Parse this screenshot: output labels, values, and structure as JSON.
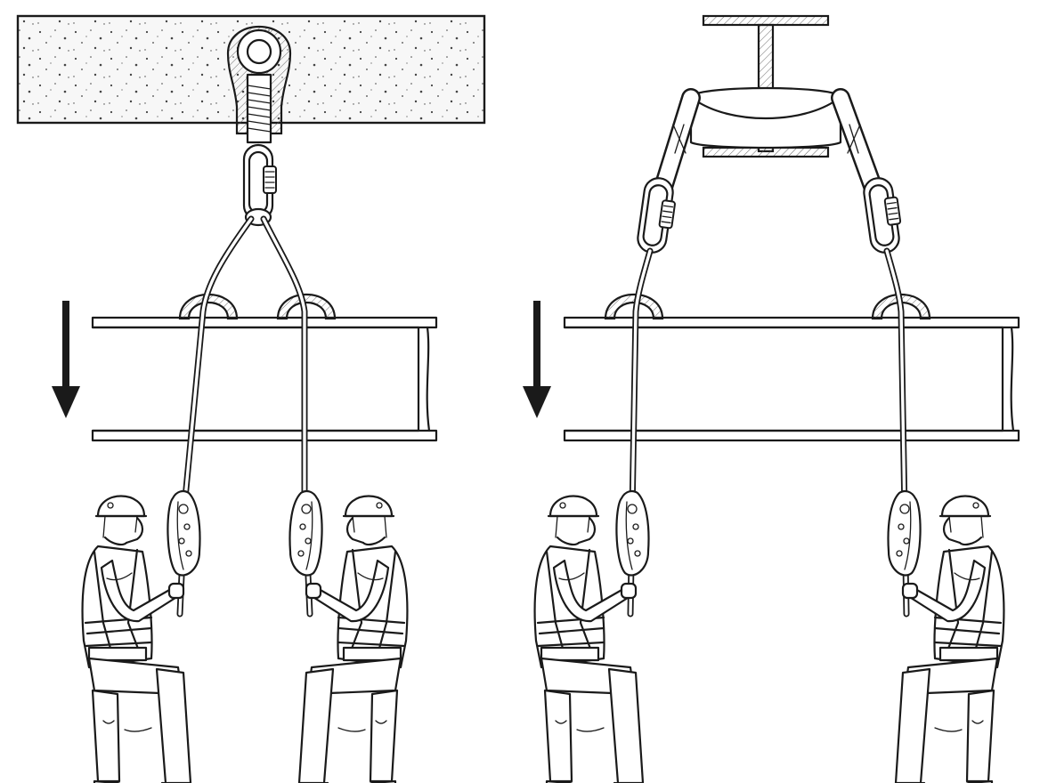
{
  "panels": [
    {
      "anchor_type": "eyebolt-in-concrete",
      "load_direction": "down"
    },
    {
      "anchor_type": "sling-on-i-beam",
      "load_direction": "down"
    }
  ],
  "colors": {
    "ink": "#1a1a1a",
    "background": "#ffffff",
    "grey_fill": "#e6e6e6"
  }
}
